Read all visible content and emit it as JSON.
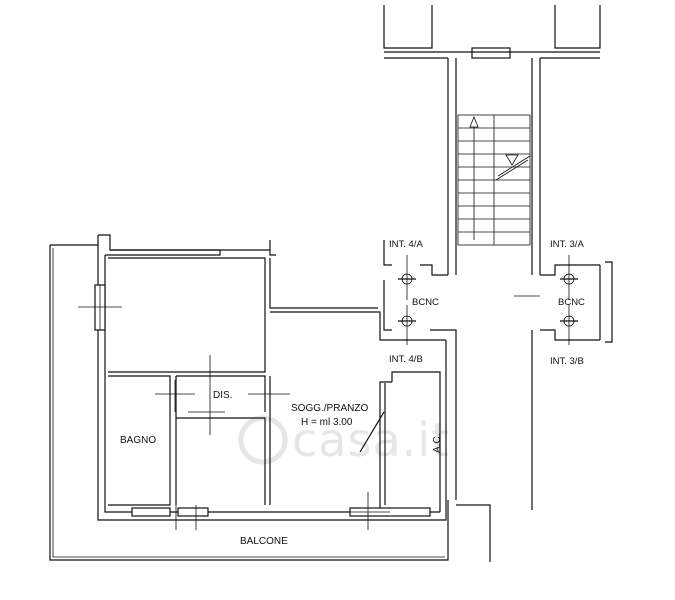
{
  "rooms": {
    "dis": "DIS.",
    "bagno": "BAGNO",
    "soggiorno_pranzo": "SOGG./PRANZO",
    "height_note": "H = ml 3.00",
    "ac": "A.C.",
    "balcone": "BALCONE",
    "bcnc_left": "BCNC",
    "bcnc_right": "BCNC"
  },
  "units": {
    "int_4a": "INT. 4/A",
    "int_4b": "INT. 4/B",
    "int_3a": "INT. 3/A",
    "int_3b": "INT. 3/B"
  },
  "watermark": {
    "brand": "casa.it"
  }
}
